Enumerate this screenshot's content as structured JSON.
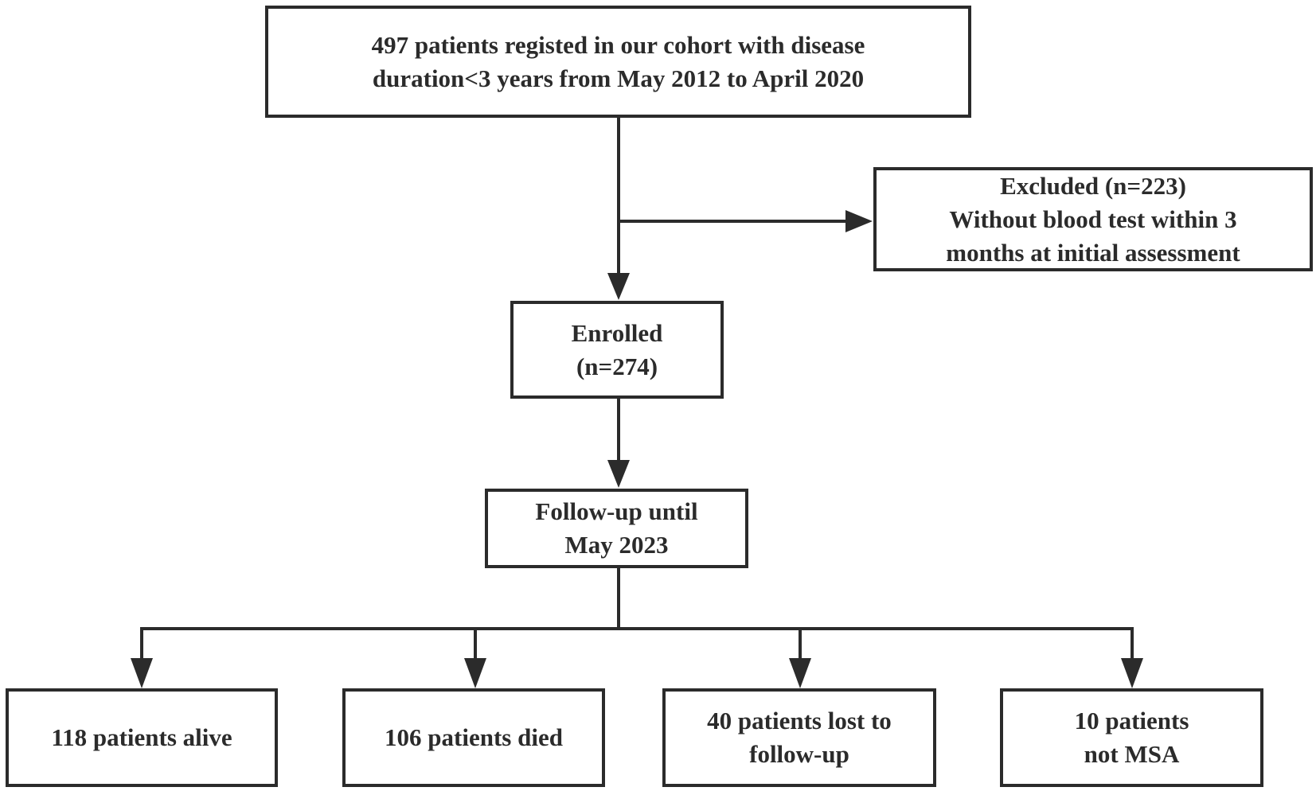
{
  "boxes": {
    "registered": {
      "lines": [
        "497 patients registed in our cohort with disease",
        "duration<3 years from May 2012 to  April  2020"
      ]
    },
    "excluded": {
      "lines": [
        "Excluded (n=223)",
        "Without blood test within 3",
        "months at initial assessment"
      ]
    },
    "enrolled": {
      "lines": [
        "Enrolled",
        "(n=274)"
      ]
    },
    "followup": {
      "lines": [
        "Follow-up until",
        "May 2023"
      ]
    },
    "alive": {
      "lines": [
        "118 patients alive"
      ]
    },
    "died": {
      "lines": [
        "106 patients died"
      ]
    },
    "lost": {
      "lines": [
        "40 patients lost to",
        "follow-up"
      ]
    },
    "not_msa": {
      "lines": [
        "10 patients",
        "not MSA"
      ]
    }
  },
  "colors": {
    "stroke": "#2b2b2b",
    "background": "#ffffff"
  }
}
